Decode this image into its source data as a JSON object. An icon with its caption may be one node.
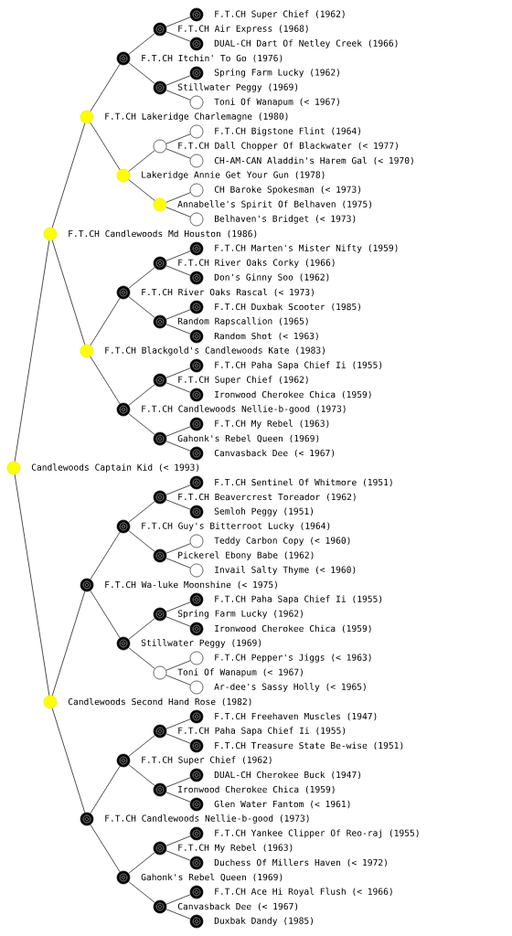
{
  "diagram": {
    "nodes": [
      {
        "text": [
          "F.T.CH Super Chief (1962)"
        ]
      },
      {
        "text": [
          "F.T.CH Air Express (1968)"
        ]
      },
      {
        "text": [
          "DUAL-CH Dart Of Netley Creek (1966)"
        ]
      },
      {
        "text": [
          "F.T.CH Itchin' To Go (1976)"
        ]
      },
      {
        "text": [
          "Spring Farm Lucky (1962)"
        ]
      },
      {
        "text": [
          "Stillwater Peggy (1969)"
        ]
      },
      {
        "text": [
          "Toni Of Wanapum (< 1967)"
        ]
      },
      {
        "text": [
          "F.T.CH Lakeridge Charlemagne (1980)"
        ]
      },
      {
        "text": [
          "F.T.CH Bigstone Flint (1964)"
        ]
      },
      {
        "text": [
          "F.T.CH Dall Chopper Of Blackwater (< 1977)"
        ]
      },
      {
        "text": [
          "CH-AM-CAN Aladdin's Harem Gal (< 1970)"
        ]
      },
      {
        "text": [
          "Lakeridge Annie Get Your Gun (1978)"
        ]
      },
      {
        "text": [
          "CH Baroke Spokesman (< 1973)"
        ]
      },
      {
        "text": [
          "Annabelle's Spirit Of Belhaven (1975)"
        ]
      },
      {
        "text": [
          "Belhaven's Bridget (< 1973)"
        ]
      },
      {
        "text": [
          "F.T.CH Candlewoods Md Houston (1986)"
        ]
      },
      {
        "text": [
          "F.T.CH Marten's Mister Nifty (1959)"
        ]
      },
      {
        "text": [
          "F.T.CH River Oaks Corky (1966)"
        ]
      },
      {
        "text": [
          "Don's Ginny Soo (1962)"
        ]
      },
      {
        "text": [
          "F.T.CH River Oaks Rascal (< 1973)"
        ]
      },
      {
        "text": [
          "F.T.CH Duxbak Scooter (1985)"
        ]
      },
      {
        "text": [
          "Random Rapscallion (1965)"
        ]
      },
      {
        "text": [
          "Random Shot (< 1963)"
        ]
      },
      {
        "text": [
          "F.T.CH Blackgold's Candlewoods Kate (1983)"
        ]
      },
      {
        "text": [
          "F.T.CH Paha Sapa Chief Ii (1955)"
        ]
      },
      {
        "text": [
          "F.T.CH Super Chief (1962)"
        ]
      },
      {
        "text": [
          "Ironwood Cherokee Chica (1959)"
        ]
      },
      {
        "text": [
          "F.T.CH Candlewoods Nellie-b-good (1973)"
        ]
      },
      {
        "text": [
          "F.T.CH My Rebel (1963)"
        ]
      },
      {
        "text": [
          "Gahonk's Rebel Queen (1969)"
        ]
      },
      {
        "text": [
          "Canvasback Dee (< 1967)"
        ]
      },
      {
        "text": [
          "Candlewoods Captain Kid (< 1993)"
        ]
      },
      {
        "text": [
          "F.T.CH Sentinel Of Whitmore (1951)"
        ]
      },
      {
        "text": [
          "F.T.CH Beavercrest Toreador (1962)"
        ]
      },
      {
        "text": [
          "Semloh Peggy (1951)"
        ]
      },
      {
        "text": [
          "F.T.CH Guy's Bitterroot Lucky (1964)"
        ]
      },
      {
        "text": [
          "Teddy Carbon Copy (< 1960)"
        ]
      },
      {
        "text": [
          "Pickerel Ebony Babe (1962)"
        ]
      },
      {
        "text": [
          "Invail Salty Thyme (< 1960)"
        ]
      },
      {
        "text": [
          "F.T.CH Wa-luke Moonshine (< 1975)"
        ]
      },
      {
        "text": [
          "F.T.CH Paha Sapa Chief Ii (1955)"
        ]
      },
      {
        "text": [
          "Spring Farm Lucky (1962)"
        ]
      },
      {
        "text": [
          "Ironwood Cherokee Chica (1959)"
        ]
      },
      {
        "text": [
          "Stillwater Peggy (1969)"
        ]
      },
      {
        "text": [
          "F.T.CH Pepper's Jiggs (< 1963)"
        ]
      },
      {
        "text": [
          "Toni Of Wanapum (< 1967)"
        ]
      },
      {
        "text": [
          "Ar-dee's Sassy Holly (< 1965)"
        ]
      },
      {
        "text": [
          "Candlewoods Second Hand Rose (1982)"
        ]
      },
      {
        "text": [
          "F.T.CH Freehaven Muscles (1947)"
        ]
      },
      {
        "text": [
          "F.T.CH Paha Sapa Chief Ii (1955)"
        ]
      },
      {
        "text": [
          "F.T.CH Treasure State Be-wise (1951)"
        ]
      },
      {
        "text": [
          "F.T.CH Super Chief (1962)"
        ]
      },
      {
        "text": [
          "DUAL-CH Cherokee Buck (1947)"
        ]
      },
      {
        "text": [
          "Ironwood Cherokee Chica (1959)"
        ]
      },
      {
        "text": [
          "Glen Water Fantom (< 1961)"
        ]
      },
      {
        "text": [
          "F.T.CH Candlewoods Nellie-b-good (1973)"
        ]
      },
      {
        "text": [
          "F.T.CH Yankee Clipper Of Reo-raj (1955)"
        ]
      },
      {
        "text": [
          "F.T.CH My Rebel (1963)"
        ]
      },
      {
        "text": [
          "Duchess Of Millers Haven (< 1972)"
        ]
      },
      {
        "text": [
          "Gahonk's Rebel Queen (1969)"
        ]
      },
      {
        "text": [
          "F.T.CH Ace Hi Royal Flush (< 1966)"
        ]
      },
      {
        "text": [
          "Canvasback Dee (< 1967)"
        ]
      },
      {
        "text": [
          "Duxbak Dandy (1985)"
        ]
      }
    ],
    "edges": [
      {
        "from": 31,
        "to": 15,
        "arrow": "none"
      },
      {
        "from": 31,
        "to": 47,
        "arrow": "none"
      },
      {
        "from": 15,
        "to": 7,
        "arrow": "none"
      },
      {
        "from": 15,
        "to": 23,
        "arrow": "none"
      },
      {
        "from": 47,
        "to": 39,
        "arrow": "none"
      },
      {
        "from": 47,
        "to": 55,
        "arrow": "none"
      },
      {
        "from": 7,
        "to": 3,
        "arrow": "none"
      },
      {
        "from": 7,
        "to": 11,
        "arrow": "none"
      },
      {
        "from": 23,
        "to": 19,
        "arrow": "none"
      },
      {
        "from": 23,
        "to": 27,
        "arrow": "none"
      },
      {
        "from": 39,
        "to": 35,
        "arrow": "none"
      },
      {
        "from": 39,
        "to": 43,
        "arrow": "none"
      },
      {
        "from": 55,
        "to": 51,
        "arrow": "none"
      },
      {
        "from": 55,
        "to": 59,
        "arrow": "none"
      },
      {
        "from": 3,
        "to": 1,
        "arrow": "none"
      },
      {
        "from": 3,
        "to": 5,
        "arrow": "none"
      },
      {
        "from": 11,
        "to": 9,
        "arrow": "none"
      },
      {
        "from": 11,
        "to": 13,
        "arrow": "none"
      },
      {
        "from": 19,
        "to": 17,
        "arrow": "none"
      },
      {
        "from": 19,
        "to": 21,
        "arrow": "none"
      },
      {
        "from": 27,
        "to": 25,
        "arrow": "none"
      },
      {
        "from": 27,
        "to": 29,
        "arrow": "none"
      },
      {
        "from": 35,
        "to": 33,
        "arrow": "none"
      },
      {
        "from": 35,
        "to": 37,
        "arrow": "none"
      },
      {
        "from": 43,
        "to": 41,
        "arrow": "none"
      },
      {
        "from": 43,
        "to": 45,
        "arrow": "none"
      },
      {
        "from": 51,
        "to": 49,
        "arrow": "none"
      },
      {
        "from": 51,
        "to": 53,
        "arrow": "none"
      },
      {
        "from": 59,
        "to": 57,
        "arrow": "none"
      },
      {
        "from": 59,
        "to": 61,
        "arrow": "none"
      },
      {
        "from": 1,
        "to": 0,
        "arrow": "none"
      },
      {
        "from": 1,
        "to": 2,
        "arrow": "none"
      },
      {
        "from": 5,
        "to": 4,
        "arrow": "none"
      },
      {
        "from": 5,
        "to": 6,
        "arrow": "none"
      },
      {
        "from": 9,
        "to": 8,
        "arrow": "none"
      },
      {
        "from": 9,
        "to": 10,
        "arrow": "none"
      },
      {
        "from": 13,
        "to": 12,
        "arrow": "none"
      },
      {
        "from": 13,
        "to": 14,
        "arrow": "none"
      },
      {
        "from": 17,
        "to": 16,
        "arrow": "none"
      },
      {
        "from": 17,
        "to": 18,
        "arrow": "none"
      },
      {
        "from": 21,
        "to": 20,
        "arrow": "none"
      },
      {
        "from": 21,
        "to": 22,
        "arrow": "none"
      },
      {
        "from": 25,
        "to": 24,
        "arrow": "none"
      },
      {
        "from": 25,
        "to": 26,
        "arrow": "none"
      },
      {
        "from": 29,
        "to": 28,
        "arrow": "none"
      },
      {
        "from": 29,
        "to": 30,
        "arrow": "none"
      },
      {
        "from": 33,
        "to": 32,
        "arrow": "none"
      },
      {
        "from": 33,
        "to": 34,
        "arrow": "none"
      },
      {
        "from": 37,
        "to": 36,
        "arrow": "none"
      },
      {
        "from": 37,
        "to": 38,
        "arrow": "none"
      },
      {
        "from": 41,
        "to": 40,
        "arrow": "none"
      },
      {
        "from": 41,
        "to": 42,
        "arrow": "none"
      },
      {
        "from": 45,
        "to": 44,
        "arrow": "none"
      },
      {
        "from": 45,
        "to": 46,
        "arrow": "none"
      },
      {
        "from": 49,
        "to": 48,
        "arrow": "none"
      },
      {
        "from": 49,
        "to": 50,
        "arrow": "none"
      },
      {
        "from": 53,
        "to": 52,
        "arrow": "none"
      },
      {
        "from": 53,
        "to": 54,
        "arrow": "none"
      },
      {
        "from": 57,
        "to": 56,
        "arrow": "none"
      },
      {
        "from": 57,
        "to": 58,
        "arrow": "none"
      },
      {
        "from": 61,
        "to": 60,
        "arrow": "none"
      },
      {
        "from": 61,
        "to": 62,
        "arrow": "none"
      }
    ]
  }
}
